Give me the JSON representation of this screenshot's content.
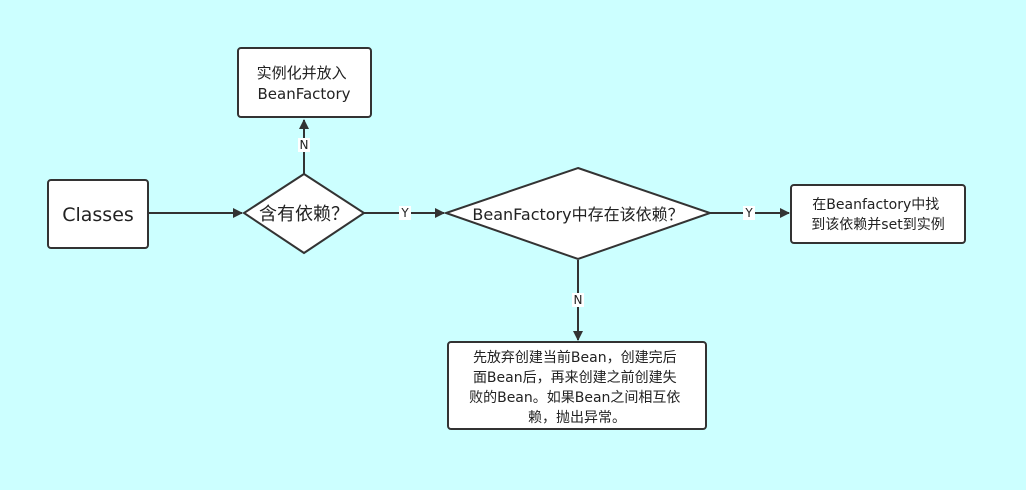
{
  "colors": {
    "background": "#ccffff",
    "node_fill": "#ffffff",
    "stroke": "#333333",
    "label_bg": "#ffffff"
  },
  "nodes": {
    "classes": {
      "label": "Classes"
    },
    "has_dependency": {
      "label": "含有依赖？"
    },
    "instantiate": {
      "lines": [
        "实例化并放入",
        "BeanFactory"
      ]
    },
    "in_beanfactory": {
      "label": "BeanFactory中存在该依赖？"
    },
    "find_and_set": {
      "lines": [
        "在Beanfactory中找",
        "到该依赖并set到实例"
      ]
    },
    "abandon": {
      "lines": [
        "先放弃创建当前Bean，创建完后",
        "面Bean后，再来创建之前创建失",
        "败的Bean。如果Bean之间相互依",
        "赖，抛出异常。"
      ]
    }
  },
  "edges": {
    "has_dep_no": {
      "label": "N"
    },
    "has_dep_yes": {
      "label": "Y"
    },
    "in_bf_yes": {
      "label": "Y"
    },
    "in_bf_no": {
      "label": "N"
    }
  }
}
